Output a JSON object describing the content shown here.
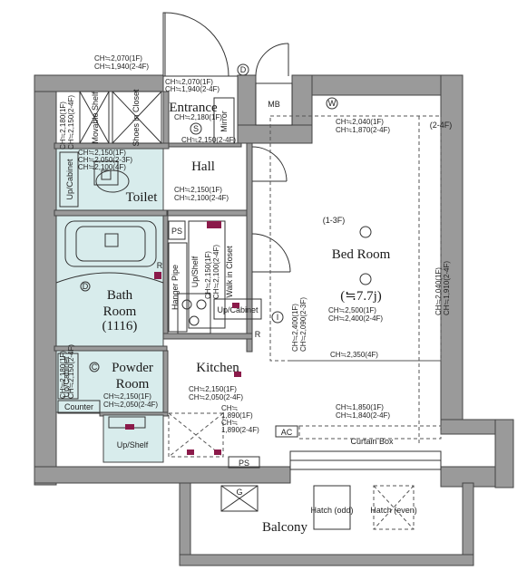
{
  "rooms": {
    "entrance": "Entrance",
    "hall": "Hall",
    "toilet": "Toilet",
    "bath_room_1": "Bath",
    "bath_room_2": "Room",
    "bath_size": "(1116)",
    "powder_room_1": "Powder",
    "powder_room_2": "Room",
    "kitchen": "Kitchen",
    "bed_room": "Bed Room",
    "bed_size": "(≒7.7j)",
    "balcony": "Balcony",
    "mb": "MB"
  },
  "labels": {
    "movable_shelf": "Movable Shelf",
    "shoes_in_closet": "Shoes in Closet",
    "mirror": "Mirror",
    "up_cabinet_toilet": "Up/Cabinet",
    "ps_top": "PS",
    "ps_bottom": "PS",
    "hanger_pipe": "Hanger Pipe",
    "up_shelf": "Up/Shelf",
    "walk_in_closet": "Walk in Closet",
    "up_cabinet_kitchen": "Up/Cabinet",
    "up_shelf_powder": "Up/Shelf",
    "counter": "Counter",
    "curtain_box": "Curtain Box",
    "hatch_odd": "Hatch (odd)",
    "hatch_even": "Hatch (even)",
    "range_1_3f": "(1-3F)",
    "range_2_4f": "(2-4F)",
    "s_mark": "S",
    "d_mark": "D",
    "w_mark": "W",
    "g_mark": "G",
    "r_mark": "R",
    "i_mark": "I",
    "d_mark_bath": "D",
    "r_mark_bath": "R",
    "r_mark_kitchen": "R",
    "c_mark": "C",
    "ac_mark": "AC"
  },
  "ceiling_heights": {
    "top_outside": [
      "CH≒2,070(1F)",
      "CH≒1,940(2-4F)"
    ],
    "entrance_top": [
      "CH≒2,070(1F)",
      "CH≒1,940(2-4F)"
    ],
    "entrance_mid": "CH≒2,180(1F)",
    "entrance_bottom": "CH≒2,150(2-4F)",
    "movable_left": [
      "CH≒2,180(1F)",
      "CH≒2,150(2-4F)"
    ],
    "toilet": [
      "CH≒2,150(1F)",
      "CH≒2,050(2-3F)",
      "CH≒2,100(4F)"
    ],
    "hall": [
      "CH≒2,150(1F)",
      "CH≒2,100(2-4F)"
    ],
    "closet": [
      "CH≒2,150(1F)",
      "CH≒2,100(2-4F)"
    ],
    "bed_top": [
      "CH≒2,040(1F)",
      "CH≒1,870(2-4F)"
    ],
    "bed_center": [
      "CH≒2,500(1F)",
      "CH≒2,400(2-4F)"
    ],
    "bed_left": [
      "CH≒2,400(1F)",
      "CH≒2,090(2-3F)"
    ],
    "bed_right": [
      "CH≒2,040(1F)",
      "CH≒1,910(2-4F)"
    ],
    "bed_mid": "CH≒2,350(4F)",
    "bed_bottom": [
      "CH≒1,850(1F)",
      "CH≒1,840(2-4F)"
    ],
    "kitchen": [
      "CH≒2,150(1F)",
      "CH≒2,050(2-4F)"
    ],
    "kitchen_sub": [
      "CH≒",
      "1,890(1F)",
      "CH≒",
      "1,890(2-4F)"
    ],
    "powder": [
      "CH≒2,150(1F)",
      "CH≒2,050(2-4F)"
    ],
    "powder_left": [
      "CH≒2,180(1F)",
      "CH≒2,150(2-4F)"
    ]
  },
  "colors": {
    "wall": "#9a9a9a",
    "wet_area": "#d8ecec",
    "fixture_mark": "#8b1a4a"
  }
}
